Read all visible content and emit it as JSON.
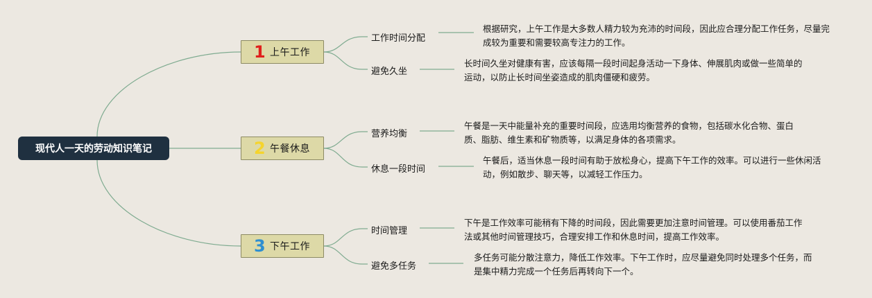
{
  "root": {
    "label": "现代人一天的劳动知识笔记"
  },
  "colors": {
    "background": "#ece8e1",
    "root_bg": "#1f3040",
    "section_bg": "#ddd9a7",
    "line": "#7fab90",
    "num1": "#e0201c",
    "num2": "#f5d42c",
    "num3": "#2f8fd0"
  },
  "sections": [
    {
      "number": "1",
      "label": "上午工作",
      "items": [
        {
          "label": "工作时间分配",
          "text": "根据研究，上午工作是大多数人精力较为充沛的时间段，因此应合理分配工作任务，尽量完成较为重要和需要较高专注力的工作。"
        },
        {
          "label": "避免久坐",
          "text": "长时间久坐对健康有害，应该每隔一段时间起身活动一下身体、伸展肌肉或做一些简单的运动，以防止长时间坐姿造成的肌肉僵硬和疲劳。"
        }
      ]
    },
    {
      "number": "2",
      "label": "午餐休息",
      "items": [
        {
          "label": "营养均衡",
          "text": "午餐是一天中能量补充的重要时间段，应选用均衡营养的食物，包括碳水化合物、蛋白质、脂肪、维生素和矿物质等，以满足身体的各项需求。"
        },
        {
          "label": "休息一段时间",
          "text": "午餐后，适当休息一段时间有助于放松身心，提高下午工作的效率。可以进行一些休闲活动，例如散步、聊天等，以减轻工作压力。"
        }
      ]
    },
    {
      "number": "3",
      "label": "下午工作",
      "items": [
        {
          "label": "时间管理",
          "text": "下午是工作效率可能稍有下降的时间段，因此需要更加注意时间管理。可以使用番茄工作法或其他时间管理技巧，合理安排工作和休息时间，提高工作效率。"
        },
        {
          "label": "避免多任务",
          "text": "多任务可能分散注意力，降低工作效率。下午工作时，应尽量避免同时处理多个任务，而是集中精力完成一个任务后再转向下一个。"
        }
      ]
    }
  ]
}
